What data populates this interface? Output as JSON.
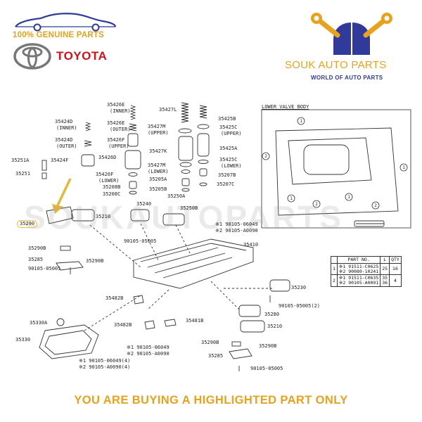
{
  "header": {
    "genuine_text": "100% GENUINE PARTS",
    "brand_name": "TOYOTA",
    "shop_name": "SOUK AUTO PARTS",
    "shop_tagline": "WORLD OF AUTO PARTS"
  },
  "watermark": "SOUKAUTOPARTS",
  "diagram": {
    "lower_valve_body_title": "LOWER VALVE BODY",
    "labels": {
      "l35426e_inner": "35426E",
      "inner": "(INNER)",
      "l35427l": "35427L",
      "l35425b": "35425B",
      "l35424d_inner": "35424D",
      "l35426e_outer": "35426E",
      "outer": "(OUTER)",
      "l35427m_upper": "35427M",
      "upper": "(UPPER)",
      "l35425c_upper": "35425C",
      "upper2": "(UPPER)",
      "l35424d_outer": "35424D",
      "outer2": "(OUTER)",
      "l35426f_upper": "35426F",
      "upper3": "(UPPER)",
      "l35427k": "35427K",
      "l35425a": "35425A",
      "l35426d": "35426D",
      "l35425c_lower": "35425C",
      "lower": "(LOWER)",
      "l35251a": "35251A",
      "l35424f": "35424F",
      "l35427m_lower": "35427M",
      "lower2": "(LOWER)",
      "l35251": "35251",
      "l35426f_lower": "35426F",
      "lower3": "(LOWER)",
      "l35207b": "35207B",
      "l35208b": "35208B",
      "l35205a": "35205A",
      "l35207c": "35207C",
      "l35208c": "35208C",
      "l35205b": "35205B",
      "l35250a": "35250A",
      "l35240": "35240",
      "l35250b": "35250B",
      "l35210a": "35210",
      "l35290": "35290",
      "l90105_06049": "※1 90105-06049",
      "l90105_a0090": "※2 90105-A0090",
      "l90105_05005_a": "90105-05005",
      "l35410": "35410",
      "l35290b_a": "35290B",
      "l35285_a": "35285",
      "l35290b_b": "35290B",
      "l90105_05005_b": "90105-05005",
      "l35482b_a": "35482B",
      "l35230": "35230",
      "l90105_05005_2": "90105-05005(2)",
      "l35280": "35280",
      "l35210b": "35210",
      "l35330a": "35330A",
      "l35482b_b": "35482B",
      "l35481b": "35481B",
      "l35330": "35330",
      "l90105_06049_b": "※1 90105-06049",
      "l90105_a0090_b": "※2 90105-A0090",
      "l35290b_c": "35290B",
      "l35290b_d": "35290B",
      "l35285_b": "35285",
      "l90105_06049_4": "※1 90105-06049(4)",
      "l90105_a0090_4": "※2 90105-A0090(4)",
      "l90105_05005_c": "90105-05005"
    },
    "parts_table": {
      "headers": [
        "PART NO.",
        "L",
        "QTY"
      ],
      "rows": [
        {
          "num": "1",
          "part_a": "※1 91511-C0625",
          "part_b": "※2 90080-10241",
          "l": "25",
          "qty": "16"
        },
        {
          "num": "2",
          "part_a": "※1 91511-C0635",
          "part_b": "※2 90105-A0091",
          "l": "35\n36",
          "qty": "4"
        }
      ]
    }
  },
  "footer": {
    "banner": "YOU ARE BUYING A HIGHLIGHTED PART ONLY"
  },
  "colors": {
    "accent_gold": "#e8a21c",
    "toyota_red": "#d0121b",
    "shop_blue": "#2f3a9a",
    "highlight_arrow": "#e8b63a"
  }
}
